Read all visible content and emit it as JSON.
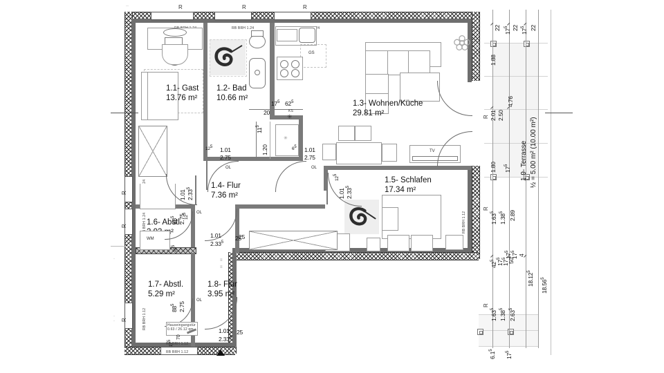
{
  "document": {
    "type": "architectural-floor-plan",
    "language": "de"
  },
  "rooms": [
    {
      "id": "1.1",
      "name": "1.1- Gast",
      "area": "13.76 m²"
    },
    {
      "id": "1.2",
      "name": "1.2- Bad",
      "area": "10.66 m²"
    },
    {
      "id": "1.3",
      "name": "1.3- Wohnen/Küche",
      "area": "29.81 m²"
    },
    {
      "id": "1.4",
      "name": "1.4- Flur",
      "area": "7.36 m²"
    },
    {
      "id": "1.5",
      "name": "1.5- Schlafen",
      "area": "17.34 m²"
    },
    {
      "id": "1.6",
      "name": "1.6- Abstl.",
      "area": "2.93 m²"
    },
    {
      "id": "1.7",
      "name": "1.7- Abstl.",
      "area": "5.29 m²"
    },
    {
      "id": "1.8",
      "name": "1.8- Flur",
      "area": "3.95 m²"
    },
    {
      "id": "1.9",
      "name": "1.9- Terrasse",
      "area": "½ = 5.00 m² (10.00 m²)"
    }
  ],
  "appliances": {
    "dishwasher": "GS",
    "washing_machine": "WM"
  },
  "fixtures": {
    "tv": "TV"
  },
  "wall_markers": {
    "label": "R",
    "top": [
      "R",
      "R",
      "R"
    ],
    "left": [
      "R",
      "R",
      "R"
    ],
    "right": [
      "R",
      "R",
      "R"
    ]
  },
  "doors": [
    {
      "id": "d-bad",
      "width": "1.01",
      "height": "2.75"
    },
    {
      "id": "d-wohn",
      "width": "1.01",
      "height": "2.75"
    },
    {
      "id": "d-flur1",
      "width": "1.01",
      "height": "2.33",
      "sup": "5"
    },
    {
      "id": "d-schlaf",
      "width": "1.01",
      "height": "2.33",
      "sup": "5"
    },
    {
      "id": "d-abst1",
      "width": "1.01",
      "height": "2.33",
      "sup": "5"
    },
    {
      "id": "d-abst2",
      "width": "1.01",
      "height": "2.33",
      "sup": "5"
    },
    {
      "id": "d-16",
      "width": "88",
      "sup_w": "5",
      "height": "2.75"
    },
    {
      "id": "d-17",
      "width": "88",
      "sup_w": "5",
      "height": "2.75"
    }
  ],
  "dimensions": {
    "bath_group": [
      "17",
      "62",
      "20",
      "11",
      "1.20"
    ],
    "bath_sup": [
      "5",
      "5",
      "",
      "5",
      ""
    ],
    "reveal_left": [
      "12",
      "6",
      "12",
      "25",
      "25",
      "25"
    ],
    "terrace_top": [
      "22",
      "17",
      "22",
      "17",
      "22"
    ],
    "terrace_top_sup": [
      "",
      "5",
      "",
      "5",
      ""
    ],
    "terrace_left_col": [
      "1.88",
      "2.01",
      "2.50",
      "4.76",
      "1.80",
      "17"
    ],
    "right_upper": [
      "1.63",
      "1.38",
      "2.89"
    ],
    "right_upper_sup": [
      "5",
      "5",
      ""
    ],
    "right_mid": [
      "42",
      "17",
      "17",
      "50",
      "17",
      "17",
      "4"
    ],
    "right_lower": [
      "1.63",
      "1.38",
      "2.63"
    ],
    "right_lower_sup": [
      "5",
      "5",
      "5"
    ],
    "overall": [
      "18.12",
      "18.56"
    ],
    "overall_sup": [
      "5",
      "5"
    ],
    "bottom": [
      "6.1",
      "17"
    ],
    "bottom_sup": [
      "5",
      "5"
    ],
    "door_depth": [
      "70",
      "17"
    ],
    "door_depth_sup": [
      "",
      "5"
    ]
  },
  "annotations": {
    "window_tag": "RB BRH 1.24",
    "window_tag_low": "RB BRH 1.12",
    "door_note": "Hauseingangstür",
    "door_note2": "0.63 / 26.12 qm",
    "ol": "OL",
    "entrance_marker": "▲"
  },
  "colors": {
    "wall_fill": "#6e6e6e",
    "hatch": "#2b2b2b",
    "furniture_stroke": "#7b7b7b",
    "dimension_line": "#9b9b9b",
    "zone_fill": "#eeeeee",
    "text": "#111111"
  }
}
